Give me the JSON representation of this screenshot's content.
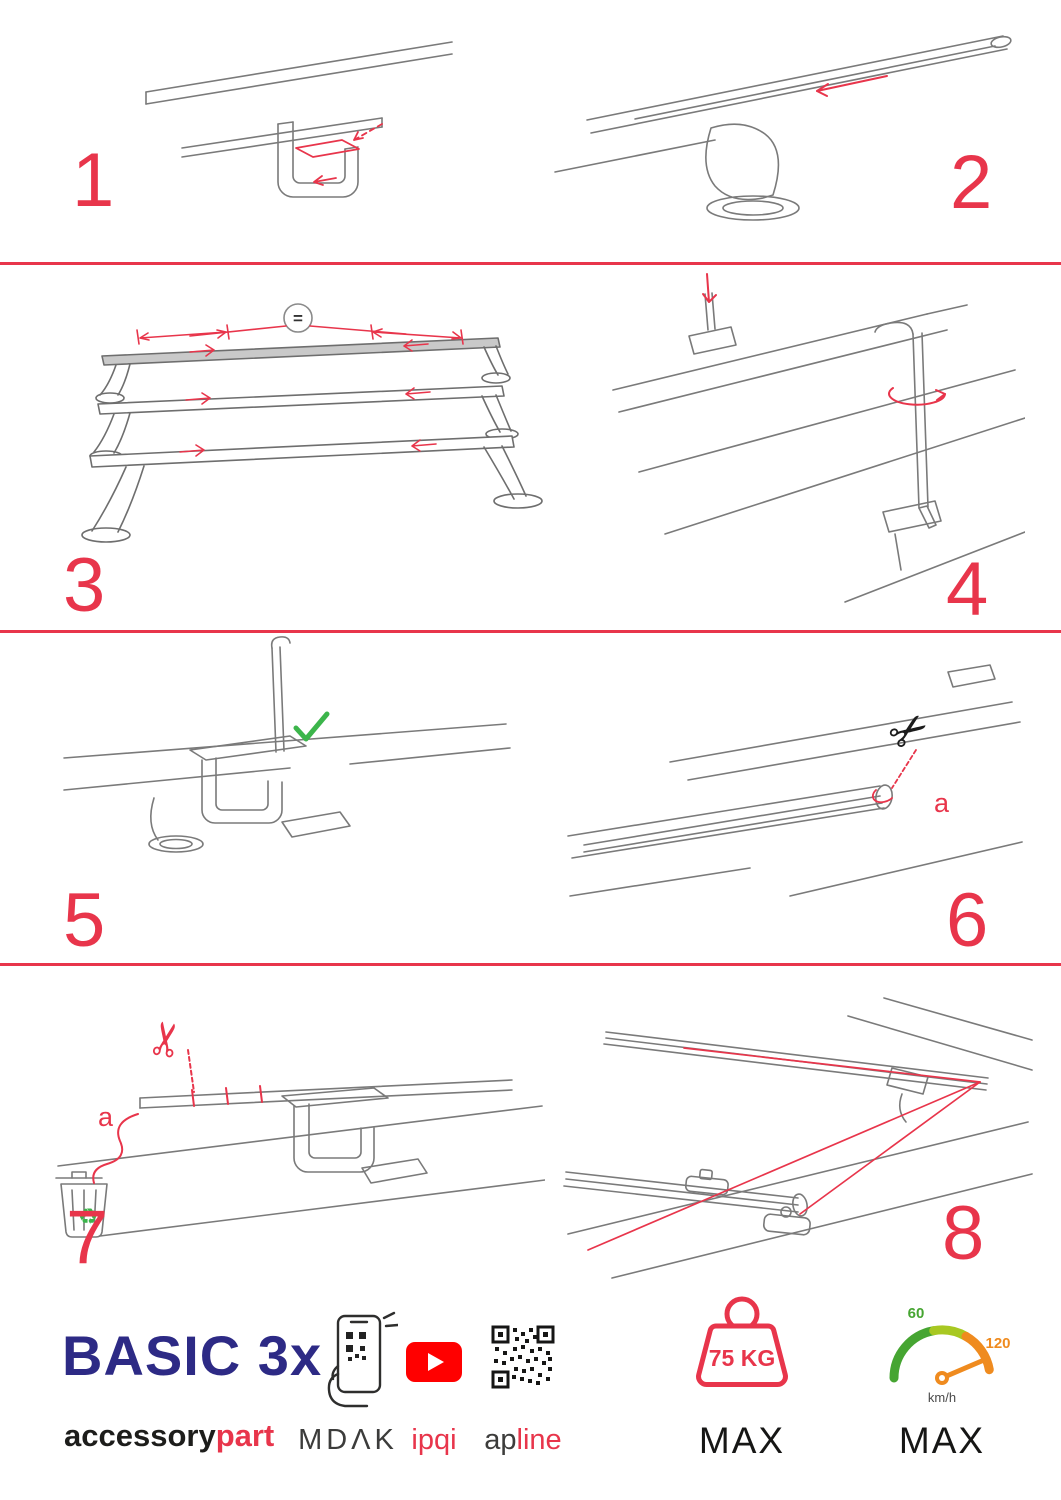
{
  "colors": {
    "accent_red": "#e8354b",
    "brand_blue": "#2d2a85",
    "green": "#3cb54b",
    "orange": "#ef8b1f",
    "ink": "#161615"
  },
  "steps": [
    {
      "number": "1"
    },
    {
      "number": "2"
    },
    {
      "number": "3"
    },
    {
      "number": "4"
    },
    {
      "number": "5"
    },
    {
      "number": "6"
    },
    {
      "number": "7"
    },
    {
      "number": "8"
    }
  ],
  "step3": {
    "equal_label": "="
  },
  "step6": {
    "part_label": "a"
  },
  "step7": {
    "part_label": "a"
  },
  "icons": {
    "scissors": "✂",
    "recycle": "♻"
  },
  "footer": {
    "product_name": "BASIC 3x",
    "brand_accessory": "accessory",
    "brand_part": "part",
    "partner_mdak": "MDΛK",
    "partner_ipqi": "ipqi",
    "partner_ap": "ap",
    "partner_line": "line",
    "weight_value": "75 KG",
    "weight_max": "MAX",
    "speed_low": "60",
    "speed_high": "120",
    "speed_unit": "km/h",
    "speed_max": "MAX"
  }
}
